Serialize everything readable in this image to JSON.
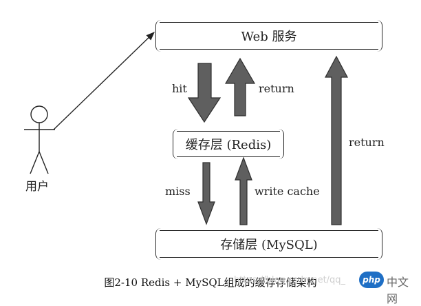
{
  "nodes": {
    "web": "Web 服务",
    "cache": "缓存层 (Redis)",
    "storage": "存储层 (MySQL)",
    "user": "用户"
  },
  "edges": {
    "hit": "hit",
    "return_cache": "return",
    "return_storage": "return",
    "miss": "miss",
    "write_cache": "write cache"
  },
  "caption": "图2-10   Redis + MySQL组成的缓存存储架构",
  "watermark": "https://blog.csdn.net/qq_",
  "logo": {
    "badge": "php",
    "text": "中文网"
  },
  "colors": {
    "arrow_fill": "#5f5f5f",
    "arrow_stroke": "#2e2e2e",
    "line": "#222222"
  }
}
